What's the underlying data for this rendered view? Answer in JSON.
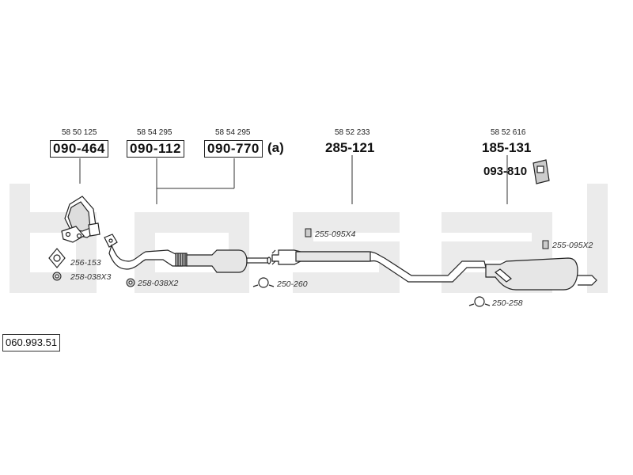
{
  "watermark": "bosal",
  "diagram_ref": "060.993.51",
  "groups": [
    {
      "oe": "58 50 125",
      "part": "090-464"
    },
    {
      "oe": "58 54 295",
      "part": "090-112"
    },
    {
      "oe": "58 54 295",
      "part": "090-770",
      "suffix": "(a)"
    },
    {
      "oe": "58 52 233",
      "part": "285-121"
    },
    {
      "oe": "58 52 616",
      "part": "185-131"
    }
  ],
  "bracket_part": "093-810",
  "accessories": [
    {
      "code": "256-153"
    },
    {
      "code": "258-038X3"
    },
    {
      "code": "258-038X2"
    },
    {
      "code": "250-260"
    },
    {
      "code": "255-095X4"
    },
    {
      "code": "255-095X2"
    },
    {
      "code": "250-258"
    }
  ]
}
